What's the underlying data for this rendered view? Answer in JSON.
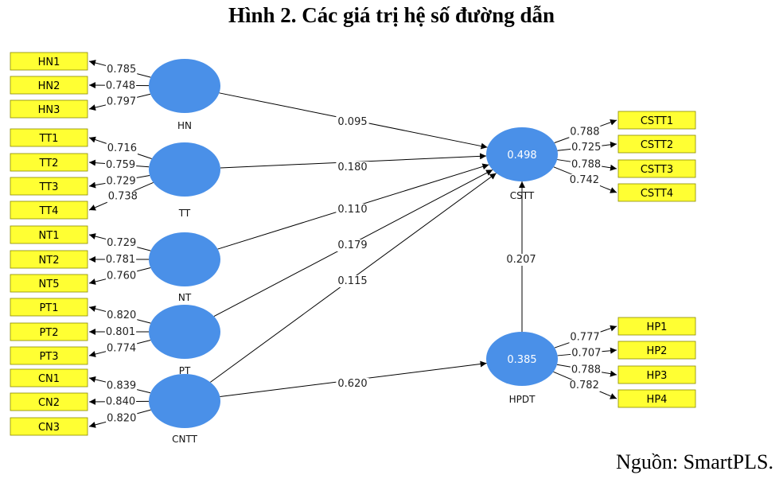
{
  "title": "Hình 2. Các giá trị hệ số đường dẫn",
  "source": "Nguồn: SmartPLS.",
  "colors": {
    "construct_fill": "#4a90e8",
    "indicator_fill": "#ffff33",
    "indicator_stroke": "#8a8a00",
    "line": "#000000"
  },
  "constructs": [
    {
      "id": "HN",
      "label": "HN",
      "r2": ""
    },
    {
      "id": "TT",
      "label": "TT",
      "r2": ""
    },
    {
      "id": "NT",
      "label": "NT",
      "r2": ""
    },
    {
      "id": "PT",
      "label": "PT",
      "r2": ""
    },
    {
      "id": "CNTT",
      "label": "CNTT",
      "r2": ""
    },
    {
      "id": "CSTT",
      "label": "CSTT",
      "r2": "0.498"
    },
    {
      "id": "HPDT",
      "label": "HPDT",
      "r2": "0.385"
    }
  ],
  "indicators": [
    {
      "id": "HN1",
      "construct": "HN",
      "loading": "0.785"
    },
    {
      "id": "HN2",
      "construct": "HN",
      "loading": "0.748"
    },
    {
      "id": "HN3",
      "construct": "HN",
      "loading": "0.797"
    },
    {
      "id": "TT1",
      "construct": "TT",
      "loading": "0.716"
    },
    {
      "id": "TT2",
      "construct": "TT",
      "loading": "0.759"
    },
    {
      "id": "TT3",
      "construct": "TT",
      "loading": "0.729"
    },
    {
      "id": "TT4",
      "construct": "TT",
      "loading": "0.738"
    },
    {
      "id": "NT1",
      "construct": "NT",
      "loading": "0.729"
    },
    {
      "id": "NT2",
      "construct": "NT",
      "loading": "0.781"
    },
    {
      "id": "NT5",
      "construct": "NT",
      "loading": "0.760"
    },
    {
      "id": "PT1",
      "construct": "PT",
      "loading": "0.820"
    },
    {
      "id": "PT2",
      "construct": "PT",
      "loading": "0.801"
    },
    {
      "id": "PT3",
      "construct": "PT",
      "loading": "0.774"
    },
    {
      "id": "CN1",
      "construct": "CNTT",
      "loading": "0.839"
    },
    {
      "id": "CN2",
      "construct": "CNTT",
      "loading": "0.840"
    },
    {
      "id": "CN3",
      "construct": "CNTT",
      "loading": "0.820"
    },
    {
      "id": "CSTT1",
      "construct": "CSTT",
      "loading": "0.788"
    },
    {
      "id": "CSTT2",
      "construct": "CSTT",
      "loading": "0.725"
    },
    {
      "id": "CSTT3",
      "construct": "CSTT",
      "loading": "0.788"
    },
    {
      "id": "CSTT4",
      "construct": "CSTT",
      "loading": "0.742"
    },
    {
      "id": "HP1",
      "construct": "HPDT",
      "loading": "0.777"
    },
    {
      "id": "HP2",
      "construct": "HPDT",
      "loading": "0.707"
    },
    {
      "id": "HP3",
      "construct": "HPDT",
      "loading": "0.788"
    },
    {
      "id": "HP4",
      "construct": "HPDT",
      "loading": "0.782"
    }
  ],
  "paths": [
    {
      "from": "HN",
      "to": "CSTT",
      "coef": "0.095"
    },
    {
      "from": "TT",
      "to": "CSTT",
      "coef": "0.180"
    },
    {
      "from": "NT",
      "to": "CSTT",
      "coef": "0.110"
    },
    {
      "from": "PT",
      "to": "CSTT",
      "coef": "0.179"
    },
    {
      "from": "CNTT",
      "to": "CSTT",
      "coef": "0.115"
    },
    {
      "from": "CNTT",
      "to": "HPDT",
      "coef": "0.620"
    },
    {
      "from": "HPDT",
      "to": "CSTT",
      "coef": "0.207"
    }
  ]
}
